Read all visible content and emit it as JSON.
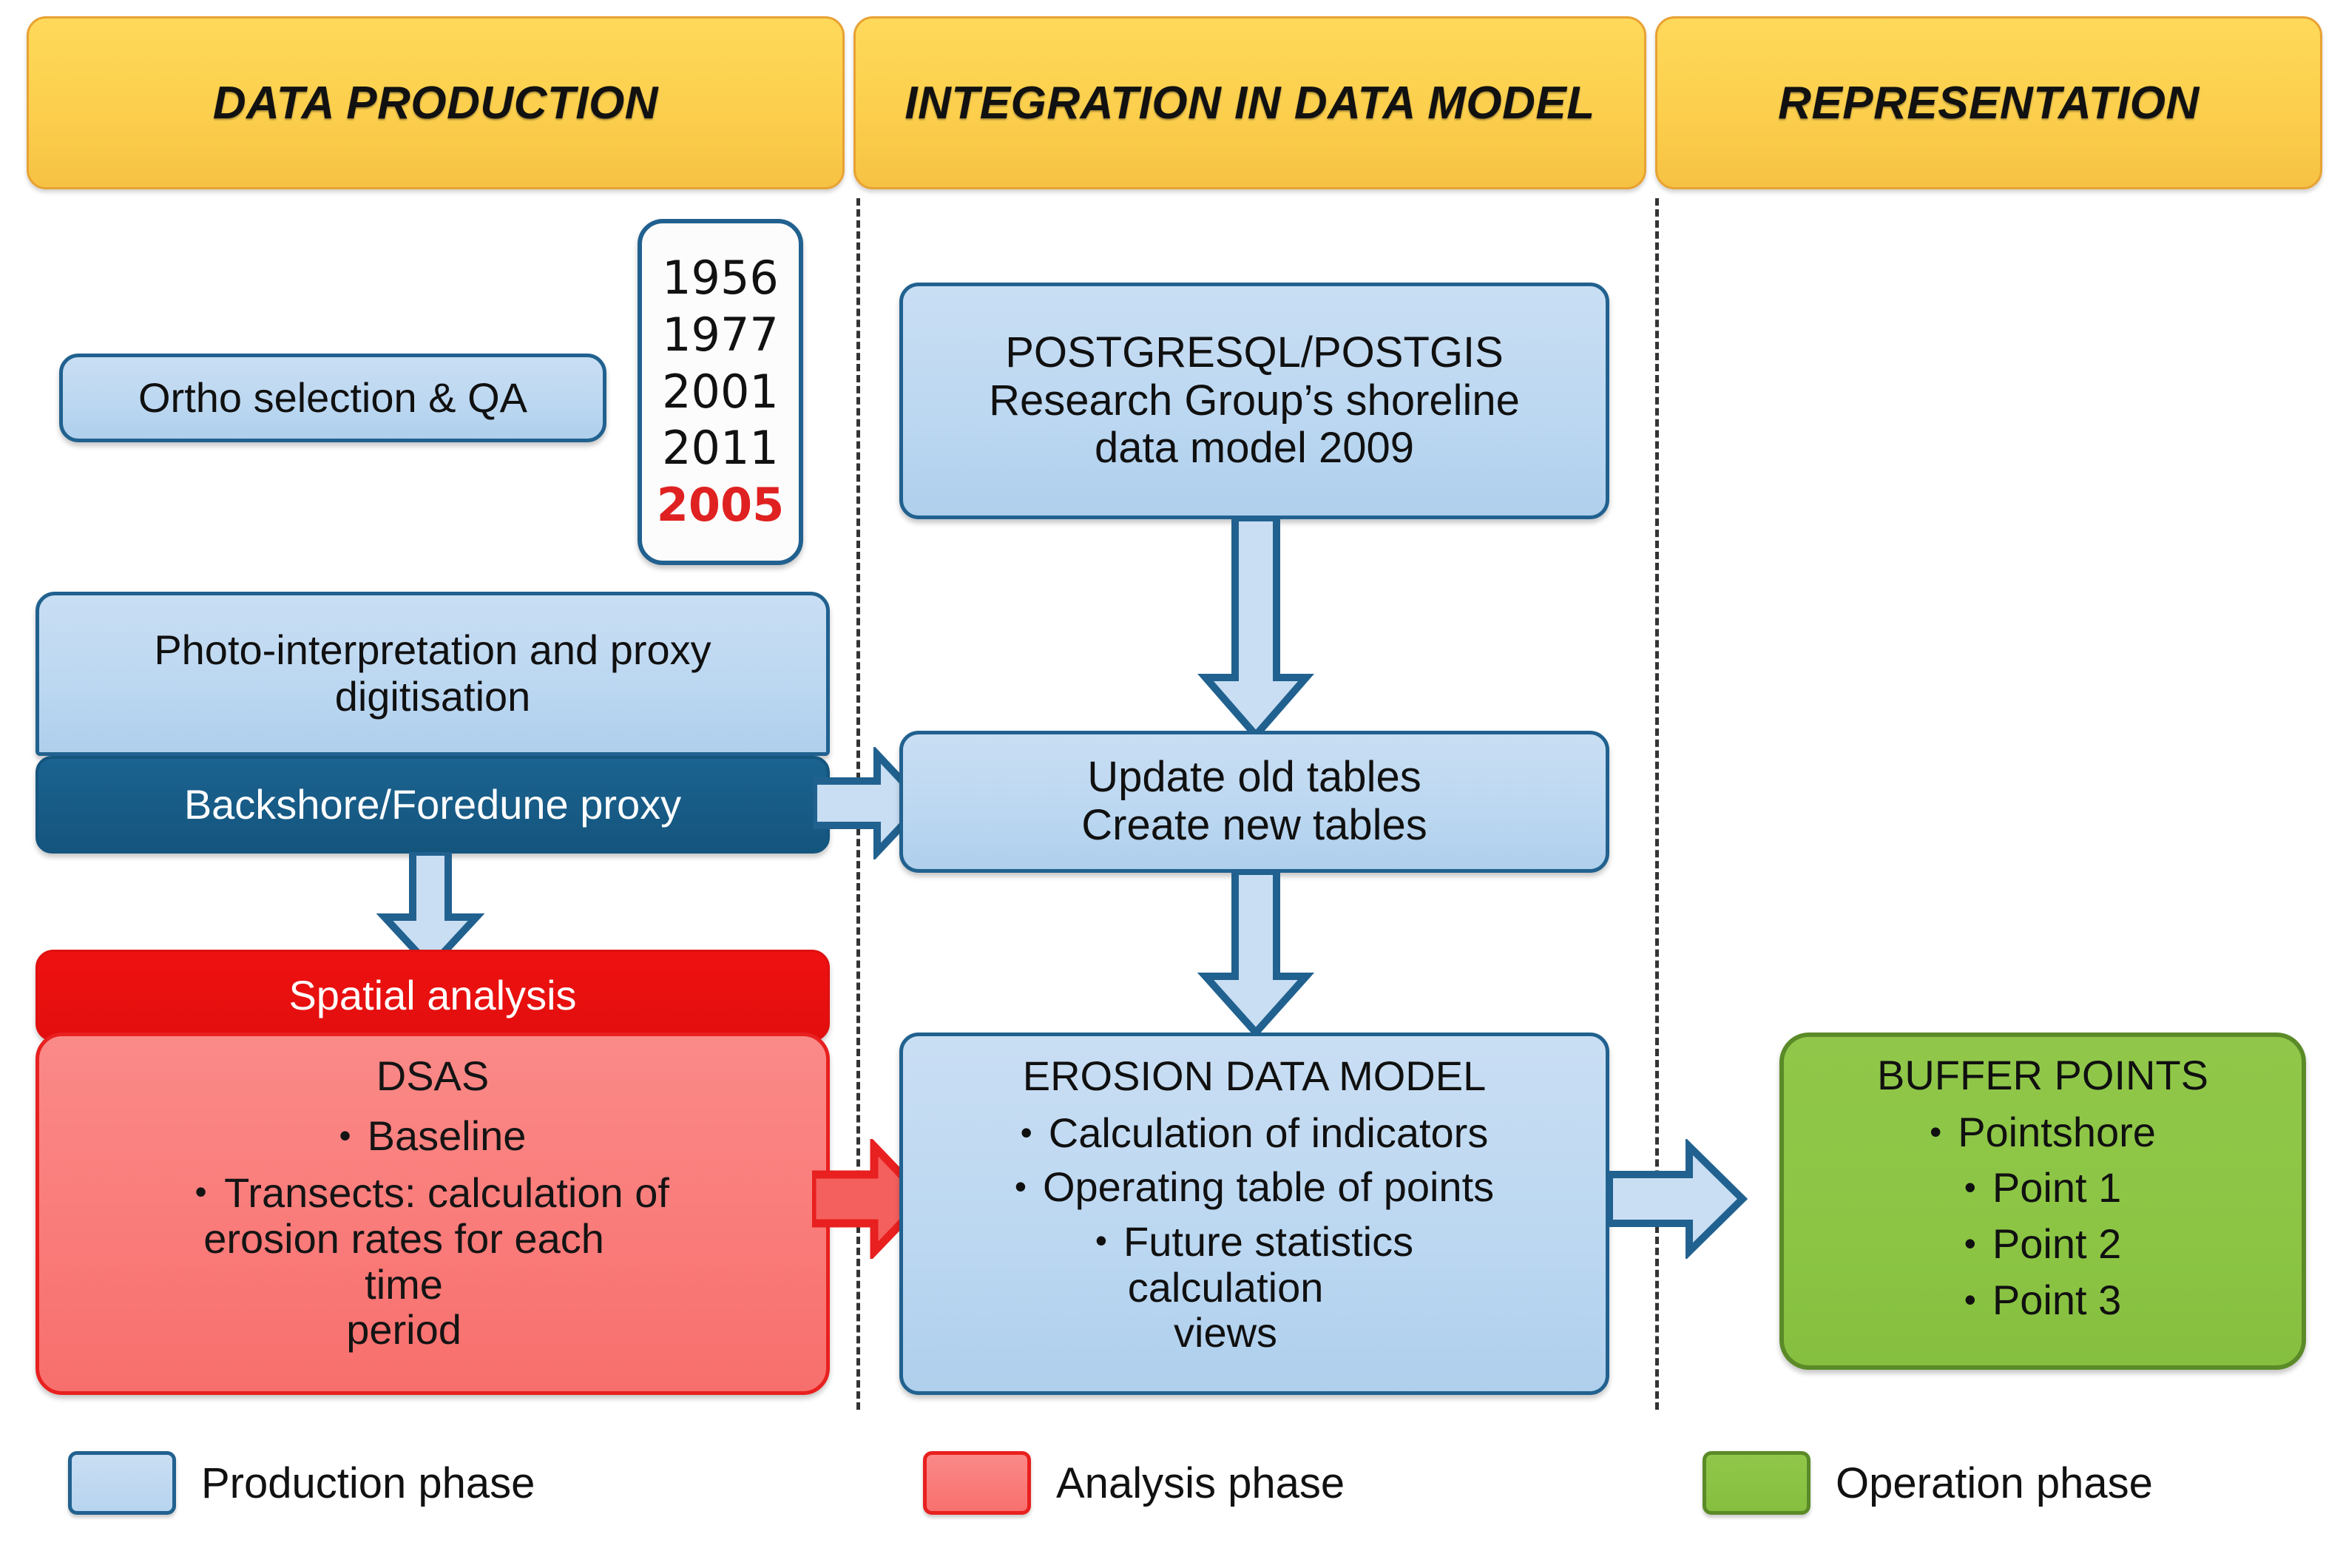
{
  "diagram": {
    "title_bar": {
      "columns": [
        {
          "label": "DATA PRODUCTION"
        },
        {
          "label": "INTEGRATION IN DATA MODEL"
        },
        {
          "label": "REPRESENTATION"
        }
      ]
    },
    "data_production": {
      "ortho": "Ortho selection & QA",
      "years": [
        {
          "value": "1956",
          "highlight": false
        },
        {
          "value": "1977",
          "highlight": false
        },
        {
          "value": "2001",
          "highlight": false
        },
        {
          "value": "2011",
          "highlight": false
        },
        {
          "value": "2005",
          "highlight": true
        }
      ],
      "photo_interpretation": {
        "line1": "Photo-interpretation and proxy",
        "line2": "digitisation"
      },
      "proxy": "Backshore/Foredune proxy",
      "spatial_analysis": "Spatial analysis",
      "dsas": {
        "title": "DSAS",
        "bullets": [
          "Baseline",
          "Transects: calculation of erosion rates for each time period"
        ],
        "bullet_lines": [
          [
            "Baseline"
          ],
          [
            "Transects: calculation of",
            "erosion rates for each time",
            "period"
          ]
        ]
      }
    },
    "integration": {
      "database": {
        "line1": "POSTGRESQL/POSTGIS",
        "line2": "Research Group’s shoreline",
        "line3": "data model 2009"
      },
      "tables": {
        "line1": "Update old tables",
        "line2": "Create new tables"
      },
      "erosion_model": {
        "title": "EROSION DATA MODEL",
        "bullet_lines": [
          [
            "Calculation of indicators"
          ],
          [
            "Operating table of points"
          ],
          [
            "Future statistics",
            "calculation views"
          ]
        ]
      }
    },
    "representation": {
      "buffer_points": {
        "title": "BUFFER POINTS",
        "bullet_lines": [
          [
            "Pointshore"
          ],
          [
            "Point 1"
          ],
          [
            "Point 2"
          ],
          [
            "Point 3"
          ]
        ]
      }
    },
    "legend": [
      {
        "label": "Production phase",
        "color": "#BBD7F1"
      },
      {
        "label": "Analysis phase",
        "color": "#F97A78"
      },
      {
        "label": "Operation phase",
        "color": "#8CC544"
      }
    ],
    "colors": {
      "banner_fill": "#FCCF4D",
      "banner_border": "#E8A233",
      "blue_fill": "#BBD7F1",
      "blue_border": "#21618F",
      "darkblue_fill": "#14557E",
      "red_fill": "#E30E0E",
      "pink_fill": "#F97A78",
      "pink_border": "#E8201F",
      "green_fill": "#8CC544",
      "green_border": "#5B8A28",
      "highlight_year": "#E02121"
    }
  }
}
